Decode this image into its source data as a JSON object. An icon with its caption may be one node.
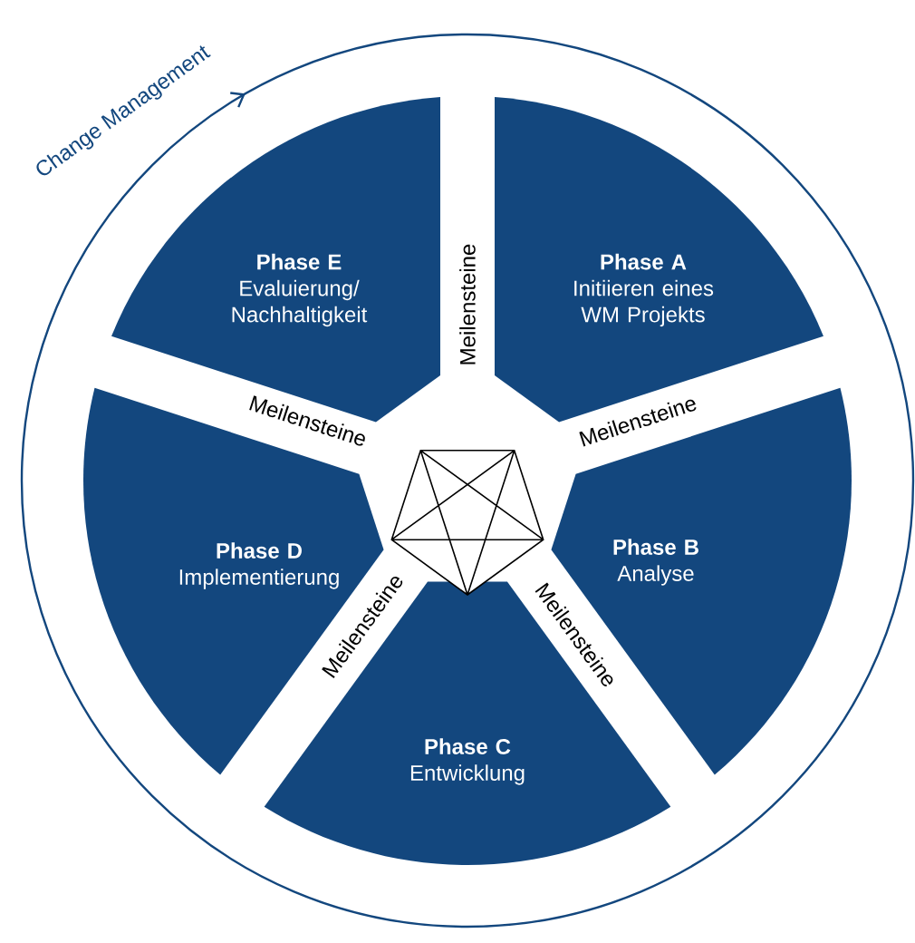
{
  "diagram": {
    "nodes": [
      {
        "text": [
          "Phase A",
          "Initiieren eines WM Projekts"
        ]
      },
      {
        "text": [
          "Phase B",
          "Analyse"
        ]
      },
      {
        "text": [
          "Phase C",
          "Entwicklung"
        ]
      },
      {
        "text": [
          "Phase D",
          "Implementierung"
        ]
      },
      {
        "text": [
          "Phase E",
          "Evaluierung/ Nachhaltigkeit"
        ]
      }
    ],
    "labels": [
      "Change Management",
      "Meilensteine",
      "Meilensteine",
      "Meilensteine",
      "Meilensteine",
      "Meilensteine"
    ]
  }
}
